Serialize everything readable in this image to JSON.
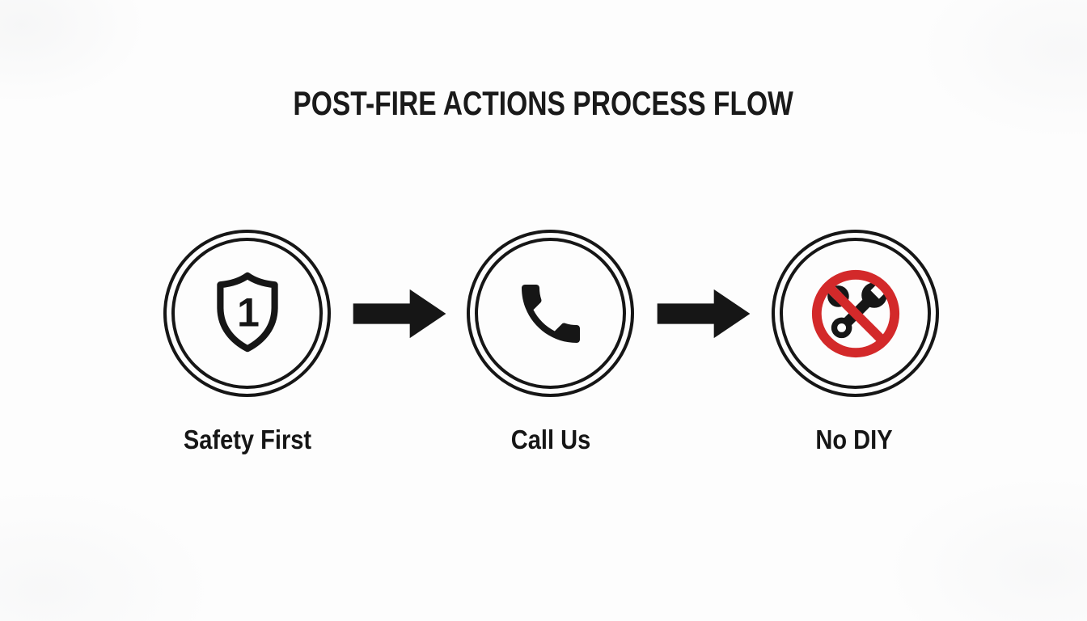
{
  "diagram": {
    "title": "POST-FIRE ACTIONS PROCESS FLOW",
    "type": "process-flow",
    "colors": {
      "ink": "#161616",
      "prohibition_red": "#d3292a",
      "background": "#fdfdfd"
    },
    "steps": [
      {
        "label": "Safety First",
        "icon": "shield-number-1-icon",
        "shield_number": "1"
      },
      {
        "label": "Call Us",
        "icon": "phone-icon"
      },
      {
        "label": "No DIY",
        "icon": "no-tools-icon"
      }
    ],
    "connectors": [
      {
        "icon": "arrow-right-icon",
        "direction": "right"
      },
      {
        "icon": "arrow-right-icon",
        "direction": "right"
      }
    ]
  }
}
